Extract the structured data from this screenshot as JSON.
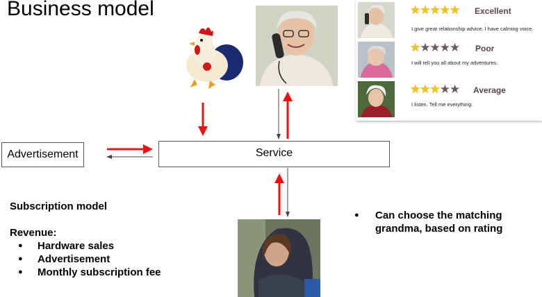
{
  "title": "Business model",
  "nodes": {
    "advertisement": "Advertisement",
    "service": "Service"
  },
  "ratings": [
    {
      "stars": 5,
      "label": "Excellent",
      "quote": "I give great relationship advice. I have calming voice."
    },
    {
      "stars": 1,
      "label": "Poor",
      "quote": "I will tell you all about my adventures."
    },
    {
      "stars": 3,
      "label": "Average",
      "quote": "I listen. Tell me everything."
    }
  ],
  "left_text": {
    "model": "Subscription model",
    "revenue_heading": "Revenue:",
    "revenue_items": [
      "Hardware sales",
      "Advertisement",
      "Monthly subscription fee"
    ]
  },
  "right_bullet": "Can choose the matching grandma, based on rating",
  "images": {
    "toy": "toy-rooster",
    "grandma": "grandma-on-phone",
    "user": "sad-young-woman"
  },
  "colors": {
    "arrow_red": "#ee1111",
    "arrow_thin": "#444444",
    "star_gold": "#f3c51a",
    "star_empty": "#6b5a5a"
  }
}
